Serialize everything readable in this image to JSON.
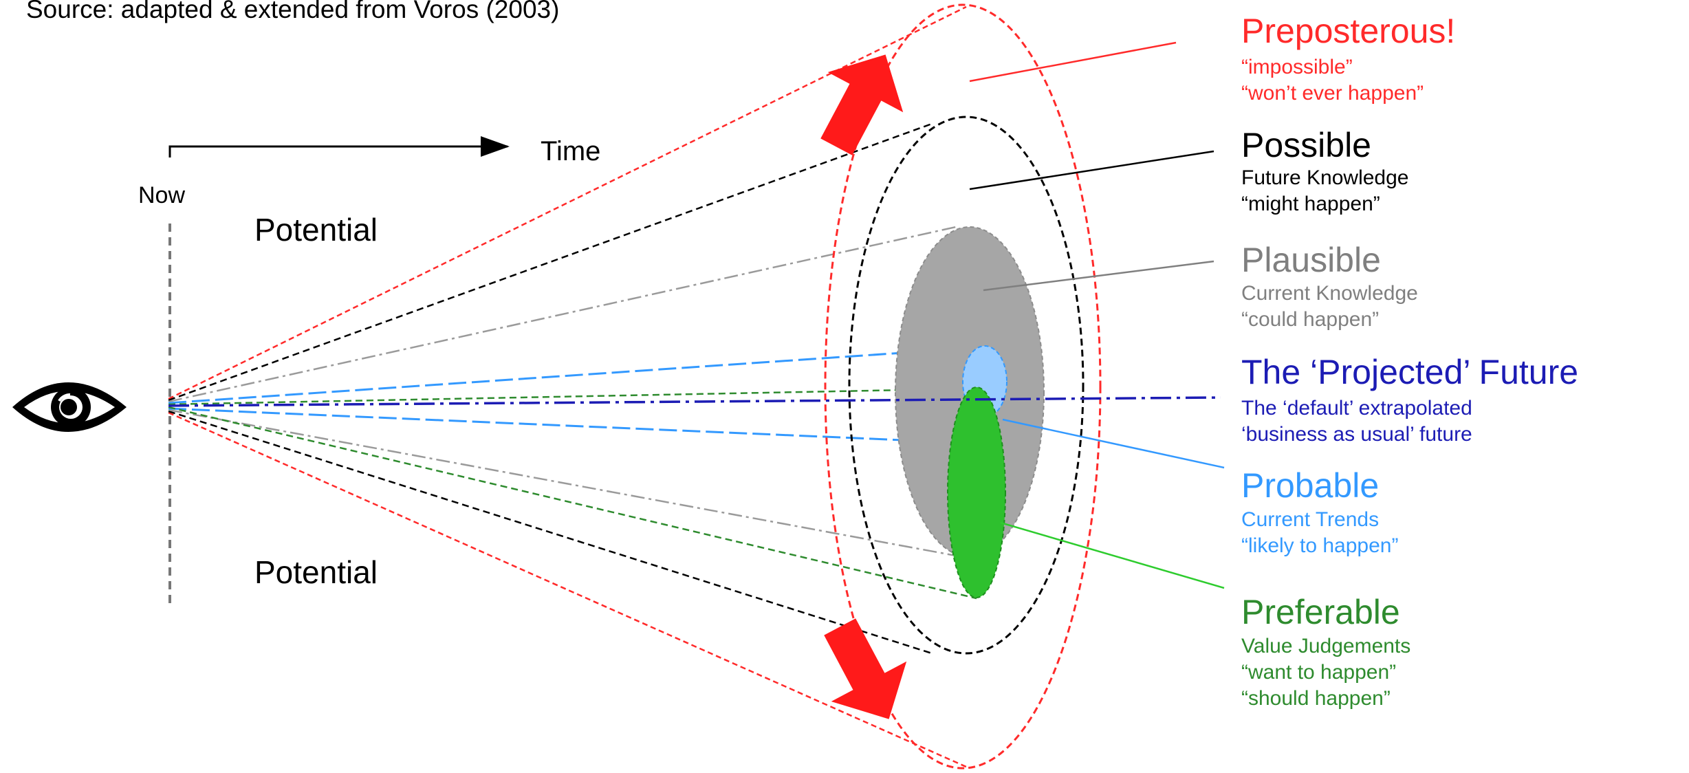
{
  "source_note": "Source: adapted & extended from Voros (2003)",
  "axis": {
    "time_label": "Time",
    "now_label": "Now"
  },
  "potential_upper": "Potential",
  "potential_lower": "Potential",
  "colors": {
    "preposterous": "#ff2a2a",
    "possible": "#000000",
    "plausible": "#7f7f7f",
    "plausible_fill": "#a6a6a6",
    "projected": "#1c1cb4",
    "probable": "#3399ff",
    "probable_fill": "#99ccff",
    "preferable": "#2e8b2e",
    "preferable_fill": "#2ec02e",
    "arrow": "#ff1a1a"
  },
  "icons": {
    "eye": "eye-icon",
    "arrow_up": "expand-arrow-up-icon",
    "arrow_down": "expand-arrow-down-icon"
  },
  "futures": {
    "preposterous": {
      "title": "Preposterous!",
      "lines": [
        "“impossible”",
        "“won’t ever happen”"
      ]
    },
    "possible": {
      "title": "Possible",
      "lines": [
        "Future Knowledge",
        "“might happen”"
      ]
    },
    "plausible": {
      "title": "Plausible",
      "lines": [
        "Current Knowledge",
        "“could happen”"
      ]
    },
    "projected": {
      "title": "The ‘Projected’ Future",
      "lines": [
        "The ‘default’ extrapolated",
        "‘business as usual’ future"
      ]
    },
    "probable": {
      "title": "Probable",
      "lines": [
        "Current Trends",
        "“likely to happen”"
      ]
    },
    "preferable": {
      "title": "Preferable",
      "lines": [
        "Value Judgements",
        "“want to happen”",
        "“should happen”"
      ]
    }
  }
}
